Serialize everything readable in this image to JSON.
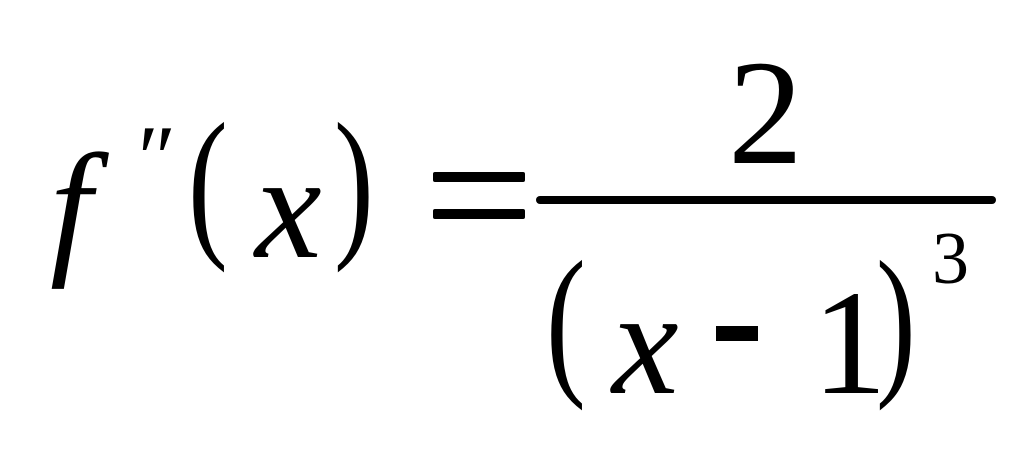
{
  "equation": {
    "lhs": {
      "function_name": "f",
      "derivative_mark": "″",
      "open_paren": "(",
      "variable": "x",
      "close_paren": ")"
    },
    "equals": "=",
    "rhs": {
      "numerator": "2",
      "denominator": {
        "open_paren": "(",
        "variable": "x",
        "operator": "-",
        "constant": "1",
        "close_paren": ")",
        "exponent": "3"
      }
    }
  }
}
